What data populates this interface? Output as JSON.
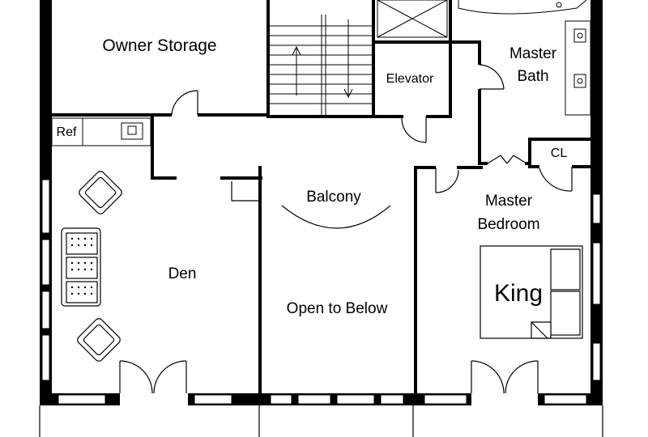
{
  "rooms": {
    "owner_storage": "Owner Storage",
    "elevator": "Elevator",
    "master_bath_line1": "Master",
    "master_bath_line2": "Bath",
    "ref": "Ref",
    "cl": "CL",
    "balcony": "Balcony",
    "master_bedroom_line1": "Master",
    "master_bedroom_line2": "Bedroom",
    "den": "Den",
    "open_to_below": "Open to Below",
    "king": "King"
  }
}
